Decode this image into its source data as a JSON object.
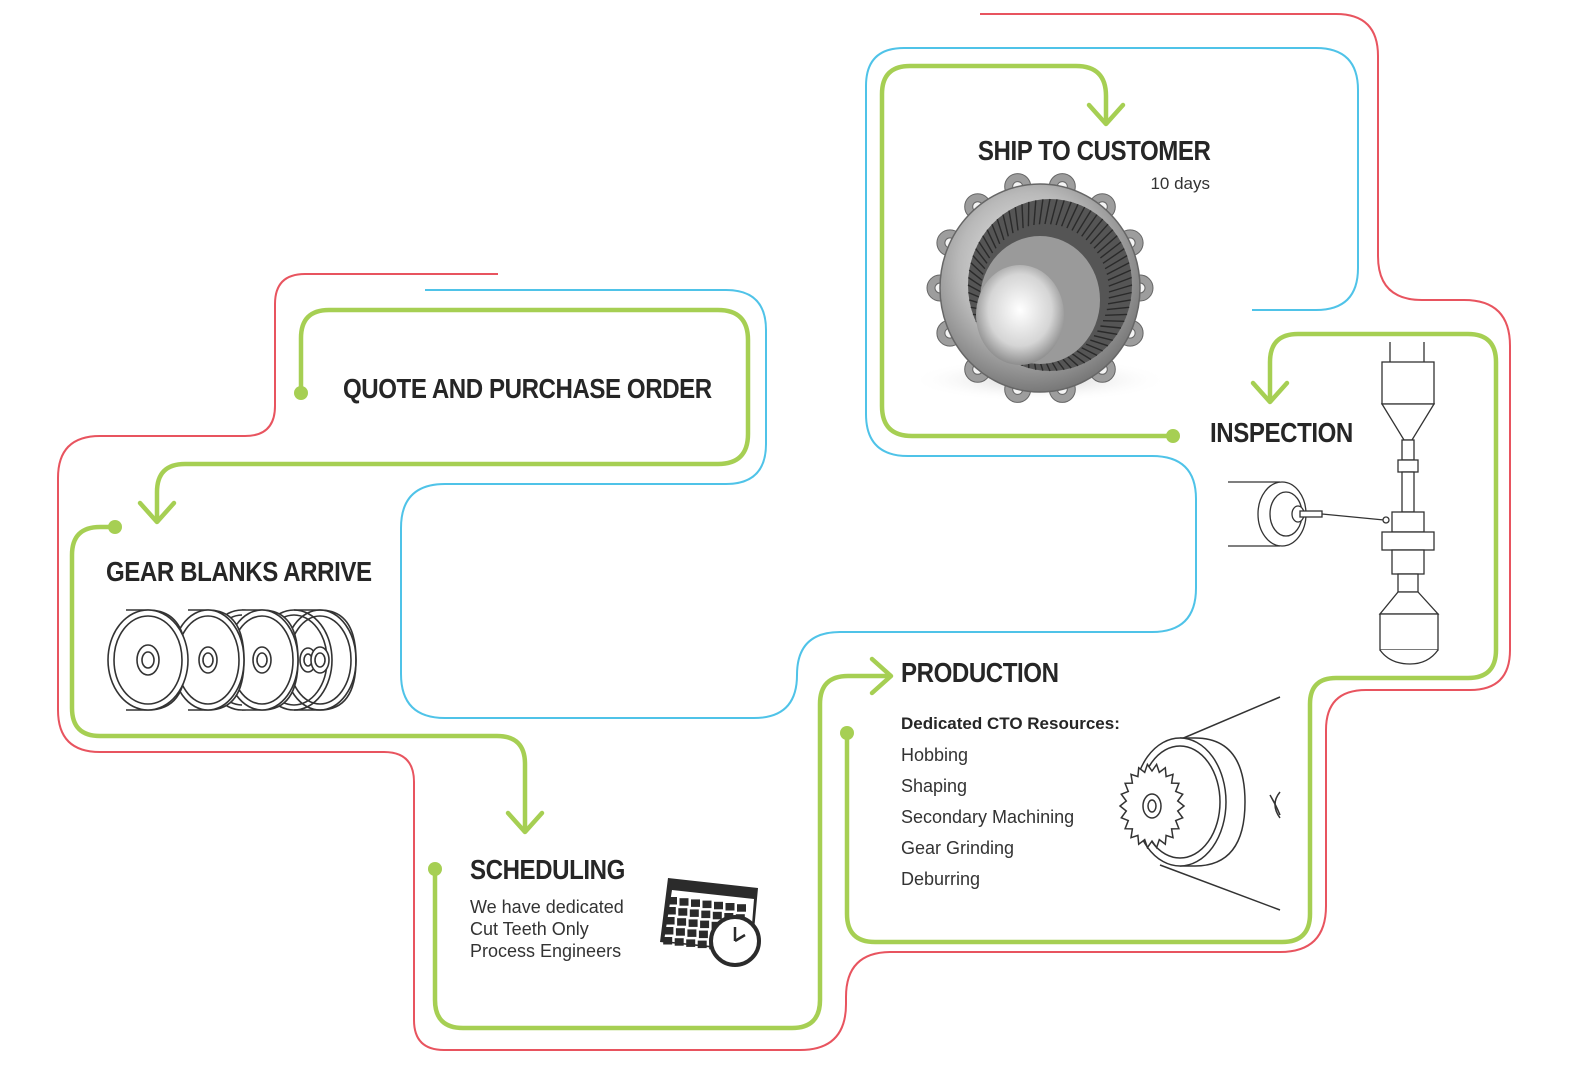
{
  "colors": {
    "red_track": "#e8545f",
    "blue_track": "#4fc3e8",
    "green_track": "#a6cf53",
    "text": "#262626",
    "illustration_stroke": "#333333"
  },
  "steps": {
    "quote": {
      "title": "QUOTE AND PURCHASE ORDER"
    },
    "blanks": {
      "title": "GEAR BLANKS ARRIVE",
      "icon": "gear-blanks-illustration"
    },
    "scheduling": {
      "title": "SCHEDULING",
      "lines": [
        "We have dedicated",
        "Cut Teeth Only",
        "Process Engineers"
      ],
      "icon": "calendar-clock-icon"
    },
    "production": {
      "title": "PRODUCTION",
      "subtitle": "Dedicated CTO Resources:",
      "resources": [
        "Hobbing",
        "Shaping",
        "Secondary Machining",
        "Gear Grinding",
        "Deburring"
      ],
      "icon": "gear-hob-illustration"
    },
    "inspection": {
      "title": "INSPECTION",
      "icon": "inspection-probe-illustration"
    },
    "ship": {
      "title": "SHIP TO CUSTOMER",
      "note": "10 days",
      "icon": "finished-gear-photo"
    }
  }
}
